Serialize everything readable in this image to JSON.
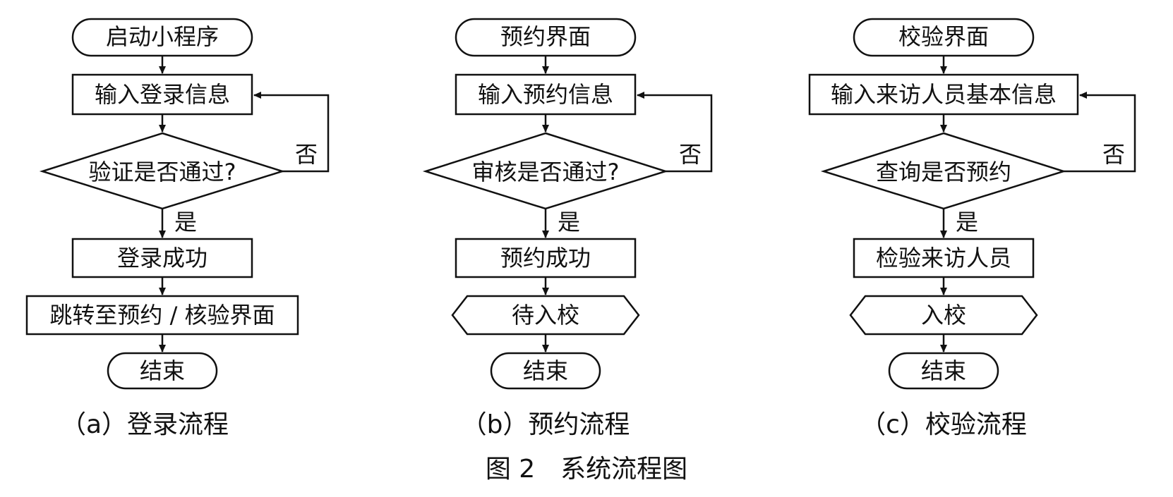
{
  "figure": {
    "caption": "图 2　系统流程图"
  },
  "flow_a": {
    "subtitle": "（a）登录流程",
    "start": "启动小程序",
    "input": "输入登录信息",
    "decision": "验证是否通过?",
    "no_label": "否",
    "yes_label": "是",
    "success": "登录成功",
    "jump": "跳转至预约 / 核验界面",
    "end": "结束"
  },
  "flow_b": {
    "subtitle": "（b）预约流程",
    "start": "预约界面",
    "input": "输入预约信息",
    "decision": "审核是否通过?",
    "no_label": "否",
    "yes_label": "是",
    "success": "预约成功",
    "wait": "待入校",
    "end": "结束"
  },
  "flow_c": {
    "subtitle": "（c）校验流程",
    "start": "校验界面",
    "input": "输入来访人员基本信息",
    "decision": "查询是否预约",
    "no_label": "否",
    "yes_label": "是",
    "check": "检验来访人员",
    "enter": "入校",
    "end": "结束"
  }
}
